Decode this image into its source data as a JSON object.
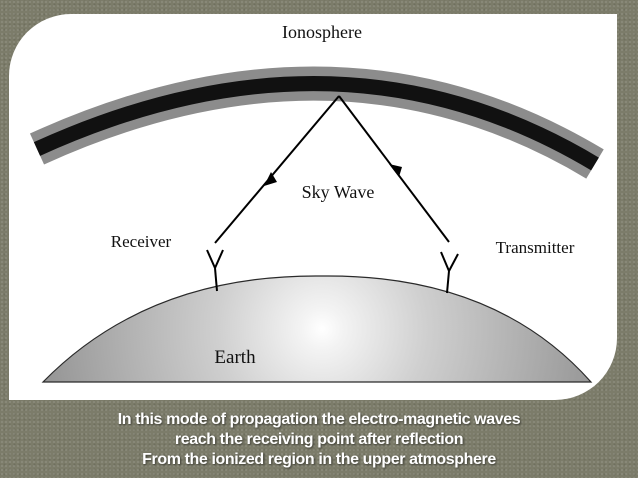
{
  "diagram": {
    "labels": {
      "ionosphere": "Ionosphere",
      "sky_wave": "Sky Wave",
      "receiver": "Receiver",
      "transmitter": "Transmitter",
      "earth": "Earth"
    },
    "colors": {
      "ionosphere_outer": "#8c8c8c",
      "ionosphere_inner": "#111111",
      "earth_light": "#ffffff",
      "earth_dark": "#8f8f8f",
      "background": "#7c7c6a"
    }
  },
  "caption": {
    "lines": [
      "In this mode of propagation the electro-magnetic waves",
      "reach the receiving point after reflection",
      "From the ionized region in the upper atmosphere"
    ]
  }
}
